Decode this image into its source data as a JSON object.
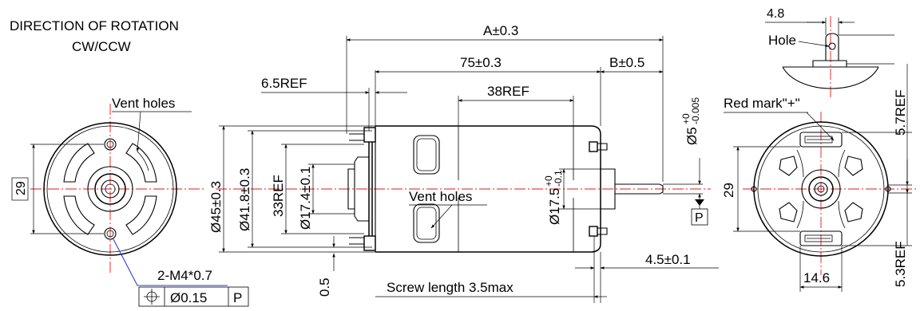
{
  "header": {
    "line1": "DIRECTION OF ROTATION",
    "line2": "CW/CCW"
  },
  "left_view": {
    "vent_label": "Vent holes",
    "box_dim": "29",
    "screw_callout": "2-M4*0.7",
    "gdt": {
      "symbol": "position-icon",
      "tolerance": "Ø0.15",
      "datum": "P"
    }
  },
  "side_view": {
    "overall": "A±0.3",
    "body_len": "75±0.3",
    "shaft_len": "B±0.5",
    "ref_65": "6.5REF",
    "ref_38": "38REF",
    "dia_45": "Ø45±0.3",
    "dia_418": "Ø41.8±0.3",
    "ref_33": "33REF",
    "dia_174": "Ø17.4±0.1",
    "dia_175_base": "Ø17.5",
    "dia_175_tol_up": "+0",
    "dia_175_tol_dn": "-0.1",
    "shaft_base": "Ø5",
    "shaft_tol_up": "+0",
    "shaft_tol_dn": "-0.005",
    "vent_label": "Vent holes",
    "datum": "P",
    "dim_05": "0.5",
    "dim_45": "4.5±0.1",
    "screw_len": "Screw length 3.5max"
  },
  "right_view": {
    "dim_48": "4.8",
    "hole_label": "Hole",
    "red_mark_label": "Red mark\"+\"",
    "dim_57": "5.7REF",
    "dim_29": "29",
    "dim_53": "5.3REF",
    "dim_146": "14.6"
  },
  "colors": {
    "centerline": "#e0191b",
    "leader": "#2a3fd0",
    "ink": "#000000"
  }
}
